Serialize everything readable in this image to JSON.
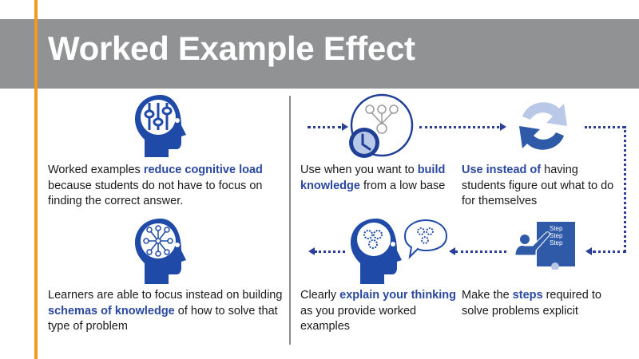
{
  "header": {
    "title": "Worked Example Effect"
  },
  "colors": {
    "accent_orange": "#f39a1e",
    "title_band_gray": "#919294",
    "highlight_blue": "#2a48a0",
    "icon_blue": "#1f4aa8",
    "icon_light_blue": "#b9c8e6"
  },
  "left_column": {
    "card1": {
      "icon": "head-sliders-icon",
      "pre": "Worked examples ",
      "highlight": "reduce cognitive load",
      "post": " because students do not have to focus on finding the correct answer."
    },
    "card2": {
      "icon": "head-network-icon",
      "pre": "Learners are able to focus instead on building ",
      "highlight": "schemas of knowledge",
      "post": " of how to solve that type of problem"
    }
  },
  "right_flow": {
    "step1": {
      "icon": "clock-knowledge-tree-icon",
      "pre": "Use when you want to ",
      "highlight": "build knowledge",
      "post": " from a low base"
    },
    "step2": {
      "icon": "refresh-cycle-icon",
      "pre": "",
      "highlight": "Use instead of",
      "post": " having students figure out what to do for themselves"
    },
    "step3": {
      "icon": "teacher-board-icon",
      "board_lines": [
        "Step",
        "Step",
        "Step"
      ],
      "pre": "Make the ",
      "highlight": "steps",
      "post": " required to solve problems explicit"
    },
    "step4": {
      "icon": "head-gears-speech-icon",
      "pre": "Clearly ",
      "highlight": "explain your thinking",
      "post": " as you provide worked examples"
    }
  }
}
